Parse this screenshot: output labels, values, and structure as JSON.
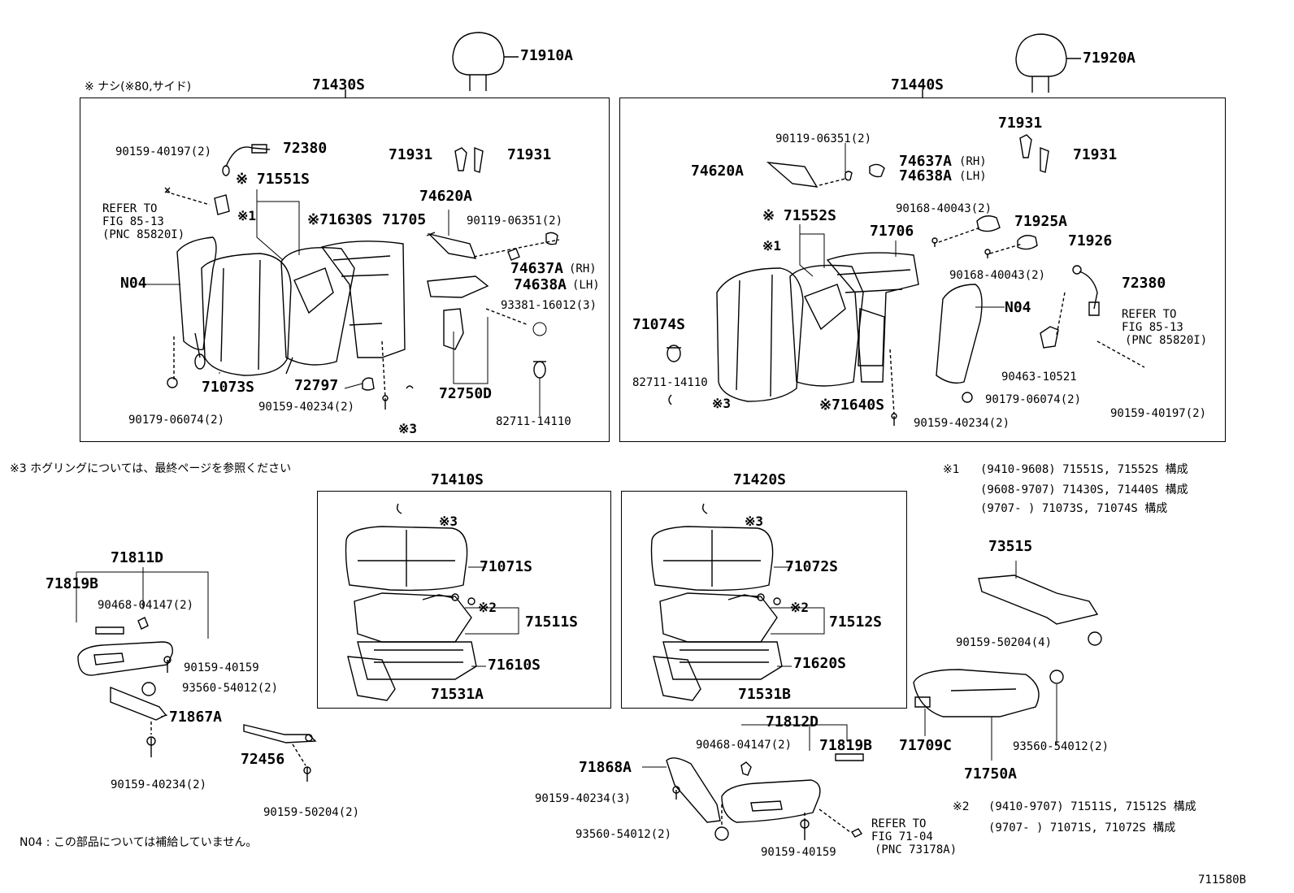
{
  "diagram": {
    "figure_code": "711580B",
    "top_left_note": "※ ナシ(※80,サイド)",
    "hog_ring_note": "※3  ホグリングについては、最終ページを参照ください",
    "n04_note": "N04 : この部品については補給していません。",
    "note1": {
      "mark": "※1",
      "rows": [
        "(9410-9608) 71551S, 71552S  構成",
        "(9608-9707) 71430S, 71440S  構成",
        "(9707-      ) 71073S, 71074S  構成"
      ]
    },
    "note2": {
      "mark": "※2",
      "rows": [
        "(9410-9707) 71511S, 71512S  構成",
        "(9707-      ) 71071S, 71072S  構成"
      ]
    },
    "labels": {
      "p71910A": "71910A",
      "p71920A": "71920A",
      "p71430S": "71430S",
      "p71440S": "71440S",
      "l_90159_40197_a": "90159-40197(2)",
      "l_72380_a": "72380",
      "l_71931_a1": "71931",
      "l_71931_a2": "71931",
      "l_71551S": "※ 71551S",
      "l_x1_a": "※1",
      "l_refer_a1": "REFER TO",
      "l_refer_a2": "FIG 85-13",
      "l_refer_a3": "(PNC 85820I)",
      "l_71630S": "※71630S",
      "l_71705": "71705",
      "l_74620A_a": "74620A",
      "l_90119_a": "90119-06351(2)",
      "l_N04_a": "N04",
      "l_74637A_a": "74637A",
      "l_rh_a": "(RH)",
      "l_74638A_a": "74638A",
      "l_lh_a": "(LH)",
      "l_93381": "93381-16012(3)",
      "l_71073S": "71073S",
      "l_72797": "72797",
      "l_72750D": "72750D",
      "l_90159_40234_a": "90159-40234(2)",
      "l_90179_a": "90179-06074(2)",
      "l_x3_a": "※3",
      "l_82711_a": "82711-14110",
      "l_90119_b": "90119-06351(2)",
      "l_74620A_b": "74620A",
      "l_74637A_b": "74637A",
      "l_rh_b": "(RH)",
      "l_74638A_b": "74638A",
      "l_lh_b": "(LH)",
      "l_71931_b1": "71931",
      "l_71931_b2": "71931",
      "l_90168_a": "90168-40043(2)",
      "l_71925A": "71925A",
      "l_71552S": "※ 71552S",
      "l_71706": "71706",
      "l_71926": "71926",
      "l_x1_b": "※1",
      "l_90168_b": "90168-40043(2)",
      "l_72380_b": "72380",
      "l_N04_b": "N04",
      "l_71074S": "71074S",
      "l_refer_b1": "REFER TO",
      "l_refer_b2": "FIG 85-13",
      "l_refer_b3": "(PNC 85820I)",
      "l_82711_b": "82711-14110",
      "l_90463": "90463-10521",
      "l_x3_b": "※3",
      "l_71640S": "※71640S",
      "l_90179_b": "90179-06074(2)",
      "l_90159_40234_b": "90159-40234(2)",
      "l_90159_40197_b": "90159-40197(2)",
      "p71410S": "71410S",
      "p71420S": "71420S",
      "l_x3_c": "※3",
      "l_71071S": "71071S",
      "l_x2_a": "※2",
      "l_71511S": "71511S",
      "l_71610S": "71610S",
      "l_71531A": "71531A",
      "l_x3_d": "※3",
      "l_71072S": "71072S",
      "l_x2_b": "※2",
      "l_71512S": "71512S",
      "l_71620S": "71620S",
      "l_71531B": "71531B",
      "l_71811D": "71811D",
      "l_71819B_a": "71819B",
      "l_90468_a": "90468-04147(2)",
      "l_90159_40159_a": "90159-40159",
      "l_93560_a": "93560-54012(2)",
      "l_71867A": "71867A",
      "l_72456": "72456",
      "l_90159_40234_c": "90159-40234(2)",
      "l_90159_50204_a": "90159-50204(2)",
      "l_73515": "73515",
      "l_90159_50204_b": "90159-50204(4)",
      "l_71812D": "71812D",
      "l_90468_b": "90468-04147(2)",
      "l_71819B_b": "71819B",
      "l_71868A": "71868A",
      "l_90159_40234_d": "90159-40234(3)",
      "l_93560_b": "93560-54012(2)",
      "l_90159_40159_b": "90159-40159",
      "l_refer_c1": "REFER TO",
      "l_refer_c2": "FIG 71-04",
      "l_refer_c3": "(PNC 73178A)",
      "l_71709C": "71709C",
      "l_71750A": "71750A",
      "l_93560_c": "93560-54012(2)"
    }
  }
}
